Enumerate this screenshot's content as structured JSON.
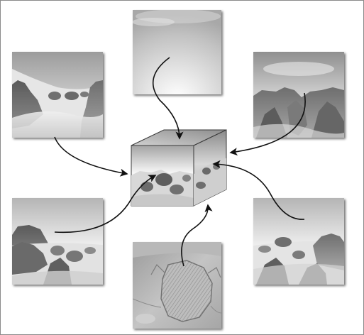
{
  "diagram": {
    "subject": "cube-map-skybox",
    "faces": [
      {
        "id": "top",
        "content": "sky"
      },
      {
        "id": "left",
        "content": "misty-mountains"
      },
      {
        "id": "front",
        "content": "mountain-range"
      },
      {
        "id": "back",
        "content": "cliffs-in-fog"
      },
      {
        "id": "right",
        "content": "foggy-peaks"
      },
      {
        "id": "bottom",
        "content": "rocky-ground"
      }
    ],
    "arrows": [
      {
        "from": "top",
        "to": "cube-top"
      },
      {
        "from": "left",
        "to": "cube-left"
      },
      {
        "from": "front",
        "to": "cube-right"
      },
      {
        "from": "back",
        "to": "cube-front"
      },
      {
        "from": "right",
        "to": "cube-right-side"
      },
      {
        "from": "bottom",
        "to": "cube-bottom"
      }
    ],
    "colors": {
      "background": "#ffffff",
      "frame": "#8a8a8a",
      "arrow": "#111111",
      "shadow": "#9a9a9a"
    }
  }
}
